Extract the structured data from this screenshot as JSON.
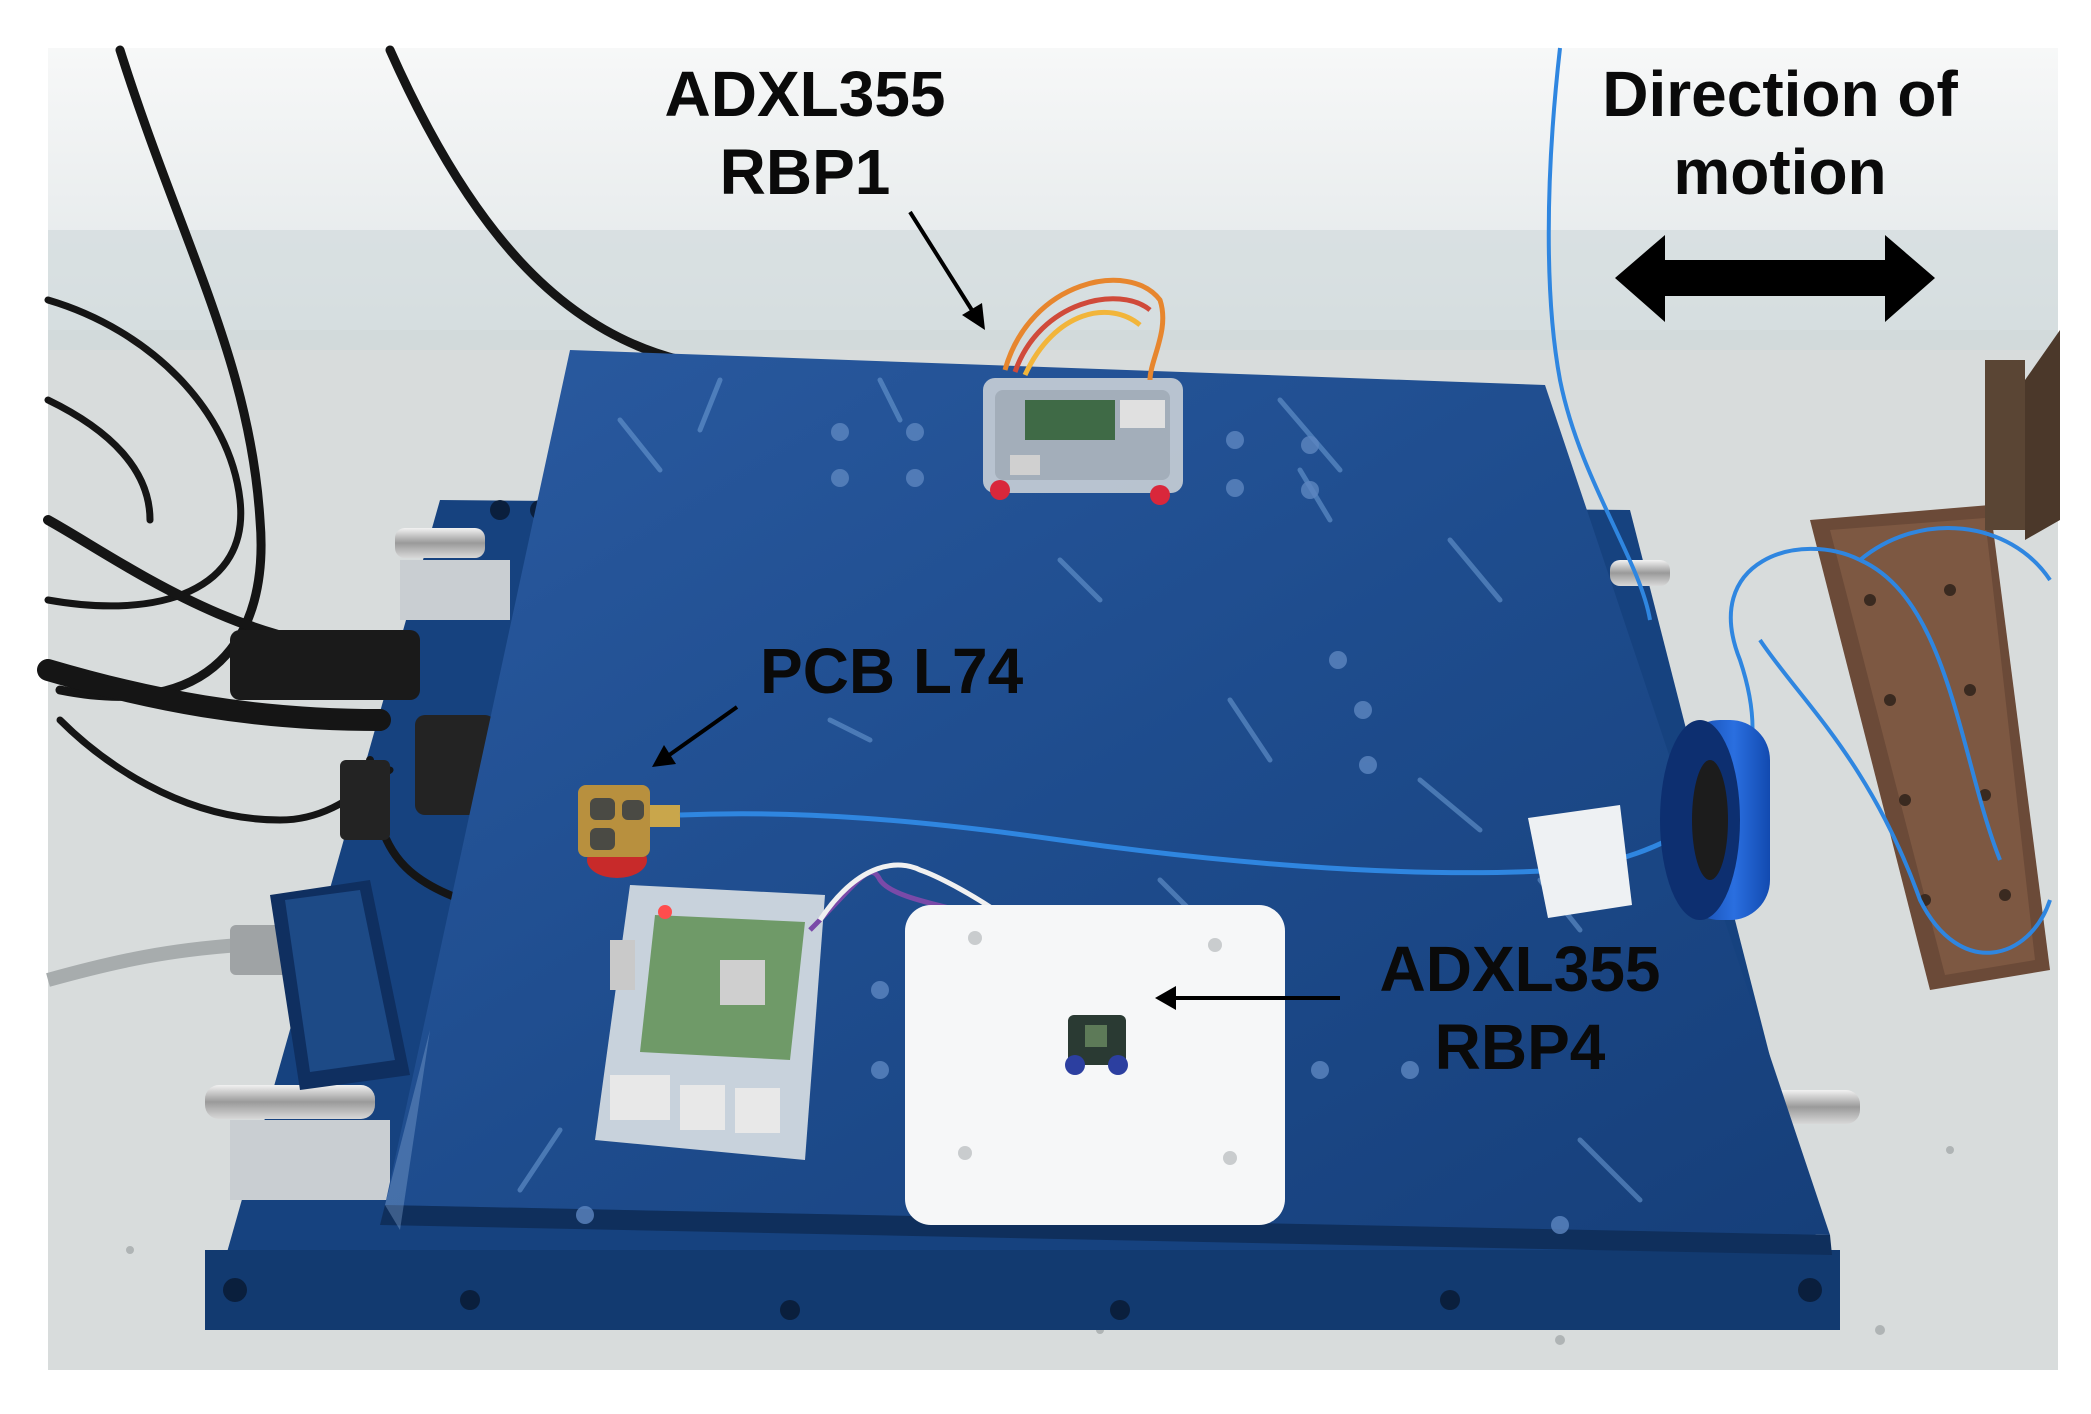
{
  "labels": {
    "rbp1": {
      "line1": "ADXL355",
      "line2": "RBP1"
    },
    "direction": {
      "line1": "Direction of",
      "line2": "motion"
    },
    "pcb": {
      "line1": "PCB L74"
    },
    "rbp4": {
      "line1": "ADXL355",
      "line2": "RBP4"
    }
  },
  "scene": {
    "icons": [
      "wall",
      "floor",
      "shaker-base",
      "blue-table",
      "raspberry-pi-rbp1",
      "raspberry-pi-rbp4",
      "pcb-l74-sensor",
      "adxl355-sensor-rbp4",
      "white-mounting-plate",
      "blue-cable",
      "black-cables",
      "actuator-motor",
      "steel-frame",
      "double-arrow"
    ],
    "colors": {
      "wall": "#e9ecec",
      "floor": "#d9dcdc",
      "table": "#1f4f94",
      "table_dark": "#153a73",
      "cable_blue": "#2f86e0",
      "arrow": "#000000"
    }
  }
}
